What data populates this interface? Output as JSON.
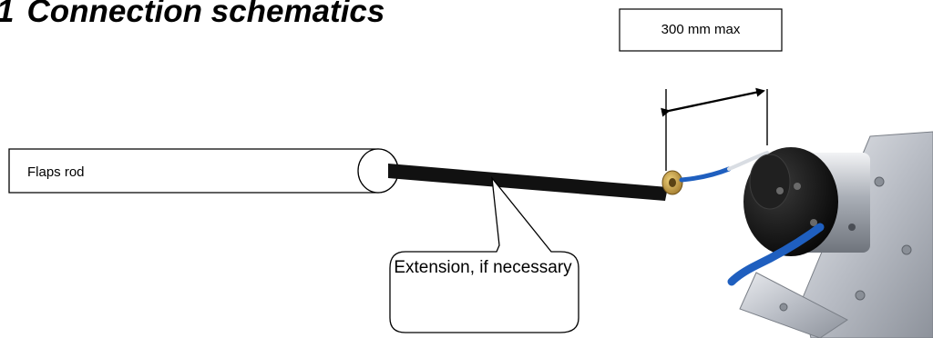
{
  "section": {
    "number": "1",
    "title": "Connection schematics"
  },
  "dimension_label": "300 mm max",
  "rod_label": "Flaps rod",
  "callout_label": "Extension, if necessary",
  "colors": {
    "outline": "#000000",
    "extension": "#111111",
    "cable_blue": "#1f5fbf",
    "sensor_body": "#151515",
    "bracket_metal": "#c9ccd2",
    "brass": "#c9a24a"
  },
  "icons": {
    "sensor": "rotary-sensor-icon",
    "cable": "blue-cable-icon",
    "bracket": "mounting-bracket-icon",
    "connector": "brass-connector-icon"
  }
}
